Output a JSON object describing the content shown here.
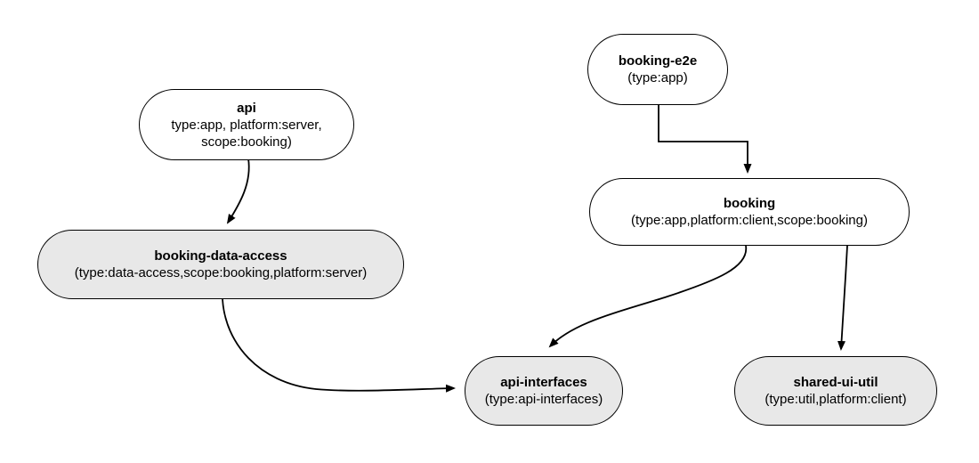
{
  "diagram": {
    "background_color": "#ffffff",
    "edge_color": "#000000",
    "node_border_color": "#000000",
    "node_fill_white": "#ffffff",
    "node_fill_gray": "#e8e8e8",
    "nodes": [
      {
        "id": "api",
        "title": "api",
        "lines": [
          "type:app, platform:server,",
          "scope:booking)"
        ],
        "fill": "#ffffff"
      },
      {
        "id": "booking-e2e",
        "title": "booking-e2e",
        "lines": [
          "(type:app)"
        ],
        "fill": "#ffffff"
      },
      {
        "id": "booking-data-access",
        "title": "booking-data-access",
        "lines": [
          "(type:data-access,scope:booking,platform:server)"
        ],
        "fill": "#e8e8e8"
      },
      {
        "id": "booking",
        "title": "booking",
        "lines": [
          "(type:app,platform:client,scope:booking)"
        ],
        "fill": "#ffffff"
      },
      {
        "id": "api-interfaces",
        "title": "api-interfaces",
        "lines": [
          "(type:api-interfaces)"
        ],
        "fill": "#e8e8e8"
      },
      {
        "id": "shared-ui-util",
        "title": "shared-ui-util",
        "lines": [
          "(type:util,platform:client)"
        ],
        "fill": "#e8e8e8"
      }
    ],
    "edges": [
      {
        "from": "api",
        "to": "booking-data-access"
      },
      {
        "from": "booking-e2e",
        "to": "booking"
      },
      {
        "from": "booking-data-access",
        "to": "api-interfaces"
      },
      {
        "from": "booking",
        "to": "api-interfaces"
      },
      {
        "from": "booking",
        "to": "shared-ui-util"
      }
    ]
  }
}
